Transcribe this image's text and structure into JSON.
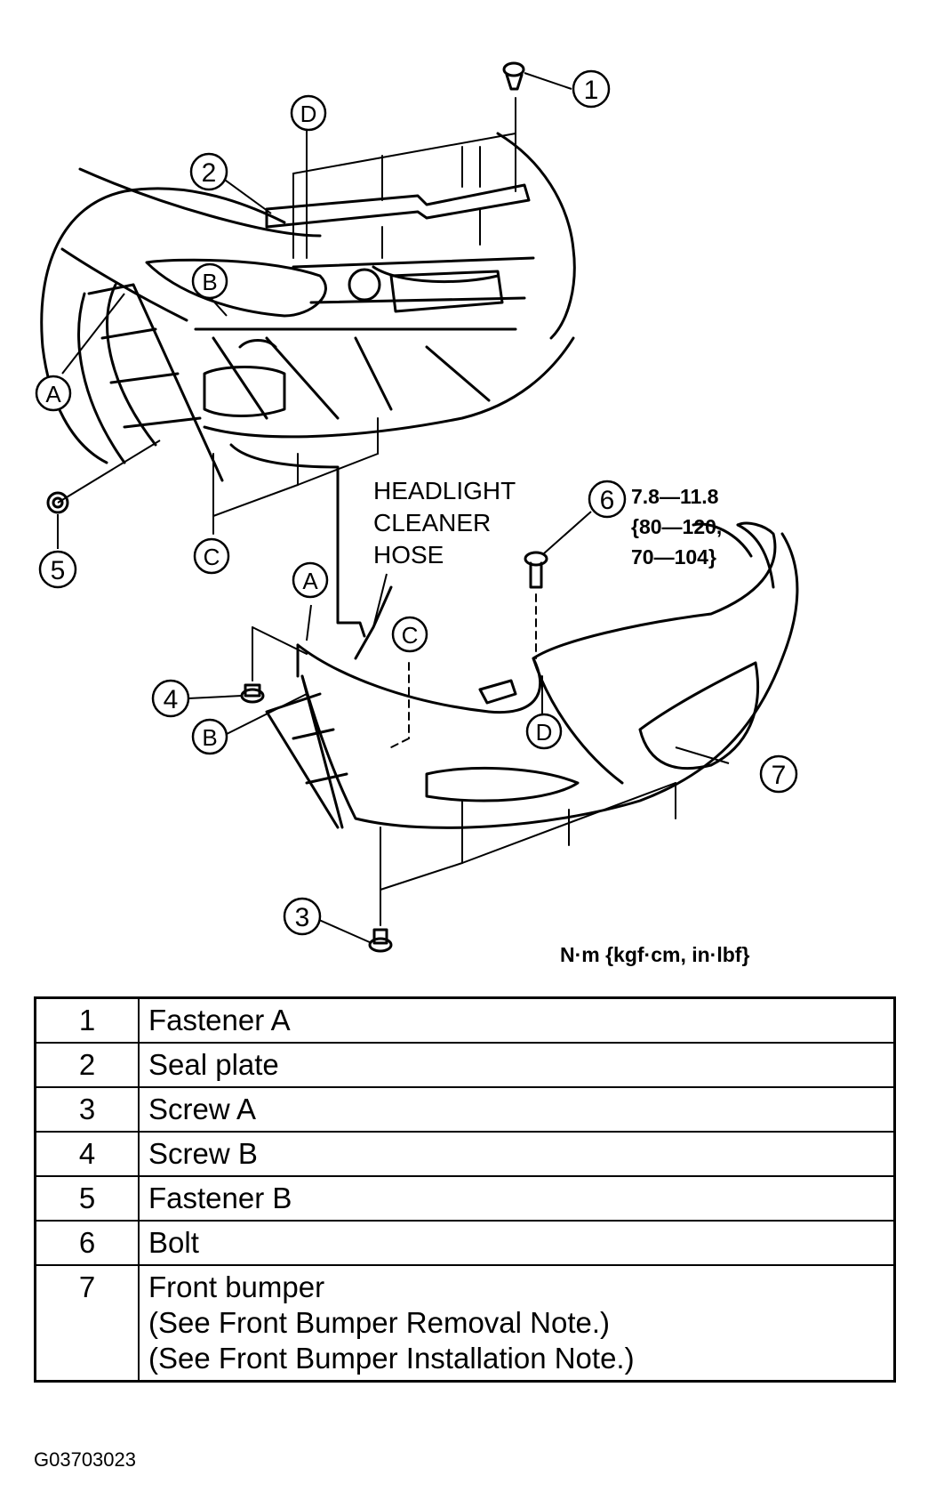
{
  "diagram": {
    "callouts": {
      "n1": "1",
      "n2": "2",
      "n3": "3",
      "n4": "4",
      "n5": "5",
      "n6": "6",
      "n7": "7",
      "A": "A",
      "B": "B",
      "C": "C",
      "D": "D"
    },
    "hose_label": [
      "HEADLIGHT",
      "CLEANER",
      "HOSE"
    ],
    "torque_spec": [
      "7.8—11.8",
      "{80—120,",
      "70—104}"
    ],
    "unit_note": "N·m {kgf·cm, in·lbf}"
  },
  "parts_table": [
    {
      "num": "1",
      "lines": [
        "Fastener A"
      ]
    },
    {
      "num": "2",
      "lines": [
        "Seal plate"
      ]
    },
    {
      "num": "3",
      "lines": [
        "Screw A"
      ]
    },
    {
      "num": "4",
      "lines": [
        "Screw B"
      ]
    },
    {
      "num": "5",
      "lines": [
        "Fastener B"
      ]
    },
    {
      "num": "6",
      "lines": [
        "Bolt"
      ]
    },
    {
      "num": "7",
      "lines": [
        "Front bumper",
        "(See Front Bumper Removal Note.)",
        "(See Front Bumper Installation Note.)"
      ]
    }
  ],
  "figure_code": "G03703023"
}
